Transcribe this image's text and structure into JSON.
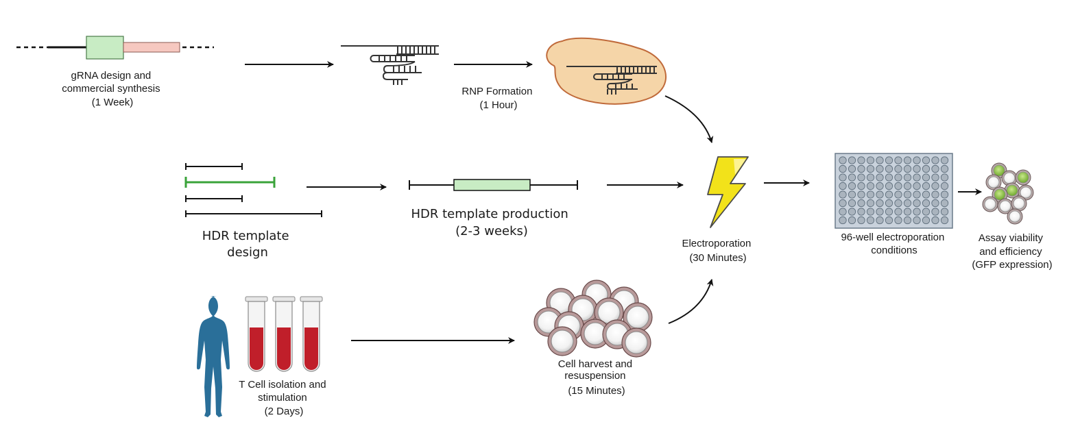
{
  "steps": {
    "grna": {
      "lines": [
        "gRNA design and",
        "commercial synthesis",
        "(1 Week)"
      ]
    },
    "rnp": {
      "lines": [
        "RNP Formation",
        "(1 Hour)"
      ]
    },
    "hdr_design": {
      "lines": [
        "HDR template",
        "design"
      ]
    },
    "hdr_production": {
      "lines": [
        "HDR template production",
        "(2-3 weeks)"
      ]
    },
    "tcell": {
      "lines": [
        "T Cell isolation and",
        "stimulation",
        "(2 Days)"
      ]
    },
    "cell_harvest": {
      "lines": [
        "Cell harvest and",
        "resuspension",
        "(15 Minutes)"
      ]
    },
    "electroporation": {
      "lines": [
        "Electroporation",
        "(30 Minutes)"
      ]
    },
    "plate": {
      "lines": [
        "96-well electroporation",
        "conditions"
      ]
    },
    "assay": {
      "lines": [
        "Assay viability",
        "and efficiency",
        "(GFP expression)"
      ]
    }
  },
  "icons": {
    "grna": "grna-gene-construct-icon",
    "guide_rna": "guide-rna-hairpin-icon",
    "rnp": "rnp-complex-icon",
    "hdr_design": "hdr-design-segments-icon",
    "hdr_product": "hdr-template-construct-icon",
    "human": "human-silhouette-icon",
    "tubes": "blood-tubes-icon",
    "cells": "cell-cluster-icon",
    "lightning": "lightning-bolt-icon",
    "plate": "96-well-plate-icon",
    "gfp_cells": "gfp-cells-icon"
  },
  "colors": {
    "green_box": "#c8ecc4",
    "pink_box": "#f6c8c0",
    "hdr_green": "#3aa33a",
    "protein": "#f5d5a8",
    "protein_edge": "#c06a3a",
    "human": "#2a6f99",
    "blood": "#c01f2a",
    "bolt": "#f2e21a",
    "plate": "#c9d2dc",
    "gfp": "#8cc63f"
  },
  "plate_layout": {
    "rows": 8,
    "cols": 12
  }
}
